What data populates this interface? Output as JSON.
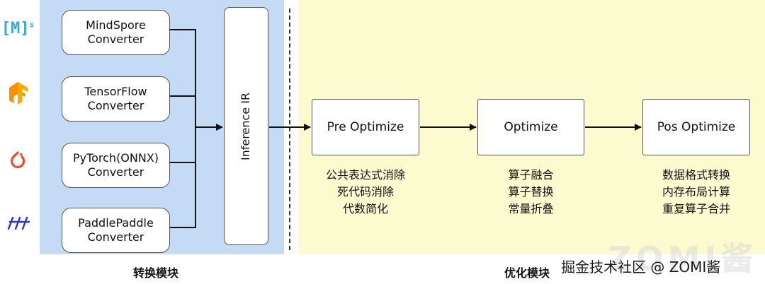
{
  "logos": {
    "mindspore": "[M]",
    "mindspore_sup": "s",
    "tensorflow": "tensorflow-logo",
    "pytorch": "pytorch-logo",
    "paddlepaddle": "paddlepaddle-logo"
  },
  "converters": [
    {
      "line1": "MindSpore",
      "line2": "Converter"
    },
    {
      "line1": "TensorFlow",
      "line2": "Converter"
    },
    {
      "line1": "PyTorch(ONNX)",
      "line2": "Converter"
    },
    {
      "line1": "PaddlePaddle",
      "line2": "Converter"
    }
  ],
  "ir": "Inference IR",
  "optimizers": [
    {
      "label": "Pre Optimize",
      "desc": [
        "公共表达式消除",
        "死代码消除",
        "代数简化"
      ]
    },
    {
      "label": "Optimize",
      "desc": [
        "算子融合",
        "算子替换",
        "常量折叠"
      ]
    },
    {
      "label": "Pos Optimize",
      "desc": [
        "数据格式转换",
        "内存布局计算",
        "重复算子合并"
      ]
    }
  ],
  "sections": {
    "convert": "转换模块",
    "optimize": "优化模块"
  },
  "watermark": "掘金技术社区 @ ZOMI酱",
  "watermark_big": "ZOMI酱",
  "colors": {
    "convert_panel": "#c5dbf5",
    "optimize_panel": "#fcfbcf",
    "mindspore": "#3aa7d9",
    "tensorflow": "#ff8f00",
    "pytorch": "#ee4c2c",
    "paddlepaddle": "#2932e1"
  }
}
